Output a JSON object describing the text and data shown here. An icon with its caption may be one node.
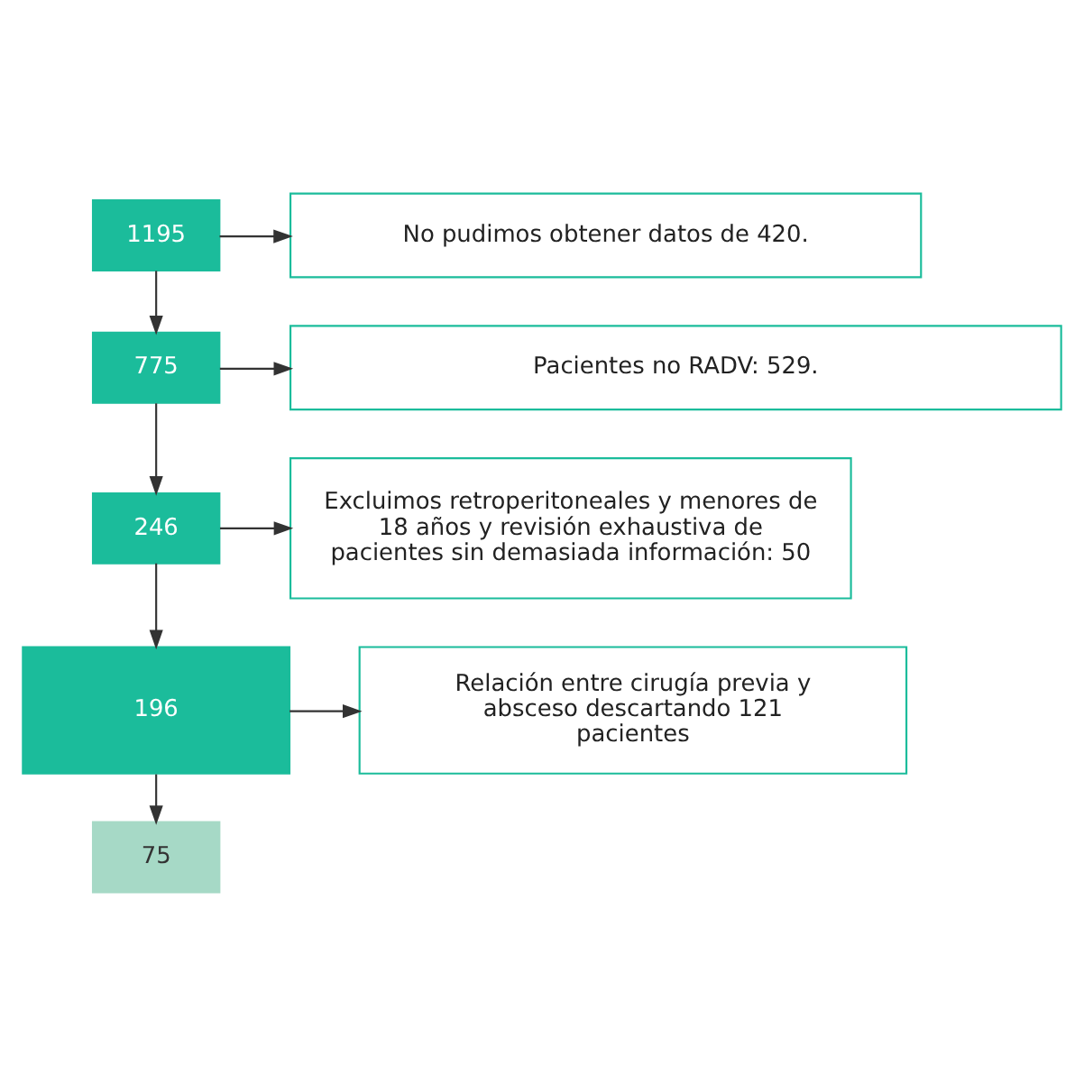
{
  "diagram": {
    "nodes": [
      {
        "text": [
          "1195"
        ]
      },
      {
        "text": [
          "No pudimos obtener datos de 420."
        ]
      },
      {
        "text": [
          "775"
        ]
      },
      {
        "text": [
          "Pacientes no RADV: 529."
        ]
      },
      {
        "text": [
          "246"
        ]
      },
      {
        "text": [
          "Excluimos retroperitoneales y menores de 18 años y revisión exhaustiva de pacientes sin demasiada información: 50"
        ]
      },
      {
        "text": [
          "196"
        ]
      },
      {
        "text": [
          "Relación entre cirugía previa y absceso descartando 121 pacientes"
        ]
      },
      {
        "text": [
          "75"
        ]
      }
    ],
    "edges": [
      {
        "from": 0,
        "to": 2,
        "arrow": "to"
      },
      {
        "from": 0,
        "to": 1,
        "arrow": "to"
      },
      {
        "from": 2,
        "to": 4,
        "arrow": "to"
      },
      {
        "from": 2,
        "to": 3,
        "arrow": "to"
      },
      {
        "from": 4,
        "to": 6,
        "arrow": "to"
      },
      {
        "from": 4,
        "to": 5,
        "arrow": "to"
      },
      {
        "from": 6,
        "to": 8,
        "arrow": "to"
      },
      {
        "from": 6,
        "to": 7,
        "arrow": "to"
      }
    ]
  }
}
